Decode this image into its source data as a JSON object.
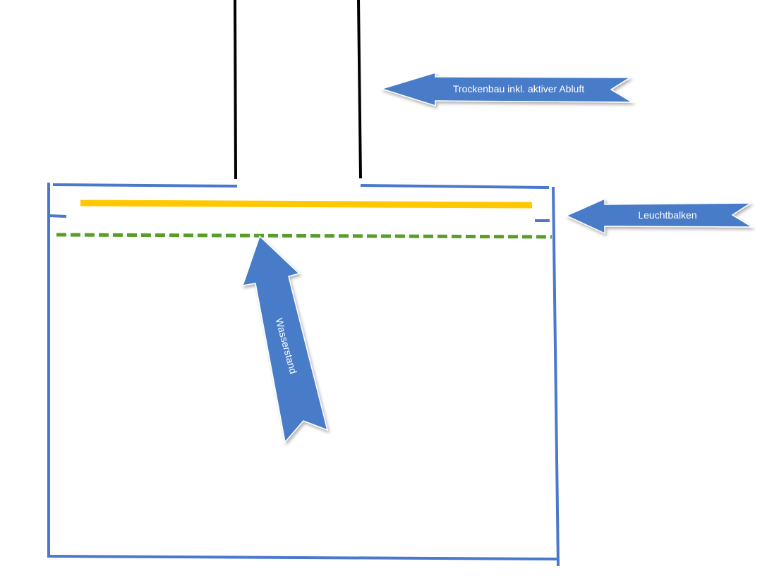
{
  "labels": {
    "drywall_arrow": "Trockenbau inkl. aktiver Abluft",
    "light_bar_arrow": "Leuchtbalken",
    "water_level_arrow": "Wasserstand"
  },
  "colors": {
    "tank_outline": "#4a78cc",
    "arrow_fill": "#4a7bc8",
    "light_bar": "#ffc800",
    "water_level": "#5a9e2a",
    "drywall": "#000000"
  }
}
